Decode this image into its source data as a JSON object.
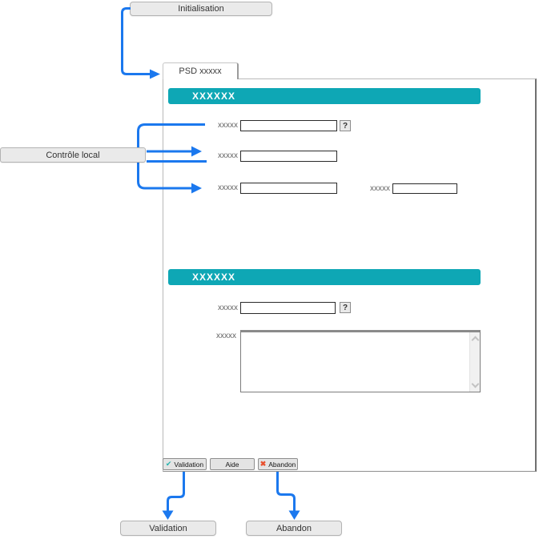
{
  "colors": {
    "teal": "#0ea7b5",
    "blue": "#1b78ee",
    "check": "#23b3ad",
    "cross": "#e8502e"
  },
  "flow": {
    "init_box": "Initialisation",
    "control_box": "Contrôle local",
    "validation_box": "Validation",
    "abandon_box": "Abandon"
  },
  "window": {
    "tab": "PSD xxxxx",
    "section1": {
      "title": "XXXXXX",
      "help": "?",
      "field1": {
        "label": "xxxxx",
        "value": ""
      },
      "field2": {
        "label": "xxxxx",
        "value": ""
      },
      "field3a": {
        "label": "xxxxx",
        "value": ""
      },
      "field3b": {
        "label": "xxxxx",
        "value": ""
      }
    },
    "section2": {
      "title": "XXXXXX",
      "help": "?",
      "field1": {
        "label": "xxxxx",
        "value": ""
      },
      "textarea": {
        "label": "xxxxx",
        "value": ""
      }
    },
    "toolbar": {
      "validation": "Validation",
      "aide": "Aide",
      "abandon": "Abandon",
      "check_icon": "✔",
      "cross_icon": "✖"
    }
  }
}
